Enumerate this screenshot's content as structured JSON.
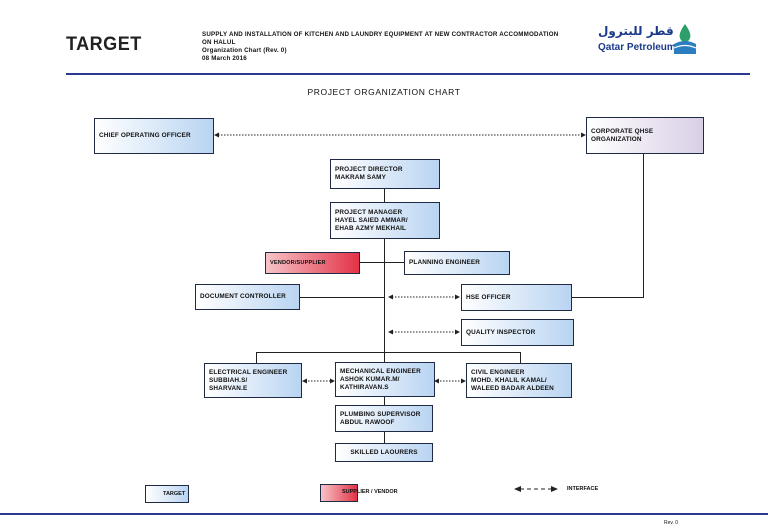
{
  "header": {
    "logo_text": "TARGET",
    "title_lines": [
      "SUPPLY AND INSTALLATION OF KITCHEN AND LAUNDRY EQUIPMENT AT NEW CONTRACTOR ACCOMMODATION",
      "ON HALUL",
      "Organization Chart (Rev. 0)",
      "08 March 2016"
    ],
    "client_logo_arabic": "قطر للبترول",
    "client_logo_text": "Qatar Petroleum"
  },
  "chart_title": "PROJECT ORGANIZATION CHART",
  "nodes": {
    "coo": "CHIEF OPERATING OFFICER",
    "qhse": [
      "CORPORATE QHSE",
      "ORGANIZATION"
    ],
    "director": [
      "PROJECT DIRECTOR",
      "MAKRAM SAMY"
    ],
    "manager": [
      "PROJECT MANAGER",
      "HAYEL SAIED AMMAR/",
      "EHAB AZMY MEKHAIL"
    ],
    "vendor": "VENDOR/SUPPLIER",
    "planning": "PLANNING ENGINEER",
    "doc_controller": "DOCUMENT CONTROLLER",
    "hse": "HSE OFFICER",
    "qi": "QUALITY INSPECTOR",
    "electrical": [
      "ELECTRICAL ENGINEER",
      "SUBBIAH.S/",
      "SHARVAN.E"
    ],
    "mechanical": [
      "MECHANICAL ENGINEER",
      "ASHOK KUMAR.M/",
      "KATHIRAVAN.S"
    ],
    "civil": [
      "CIVIL ENGINEER",
      "MOHD. KHALIL KAMAL/",
      "WALEED BADAR ALDEEN"
    ],
    "plumbing": [
      "PLUMBING SUPERVISOR",
      "ABDUL RAWOOF"
    ],
    "skilled": "SKILLED LAOURERS"
  },
  "legend": {
    "target": "TARGET",
    "vendor": "SUPPLIER / VENDOR",
    "interface": "INTERFACE"
  },
  "footer": {
    "revision": "Rev. 0"
  },
  "colors": {
    "rule": "#2b3990",
    "box_fill": "#b9d4f2",
    "vendor_fill": "#e33347",
    "qhse_fill": "#d9cfe6"
  }
}
